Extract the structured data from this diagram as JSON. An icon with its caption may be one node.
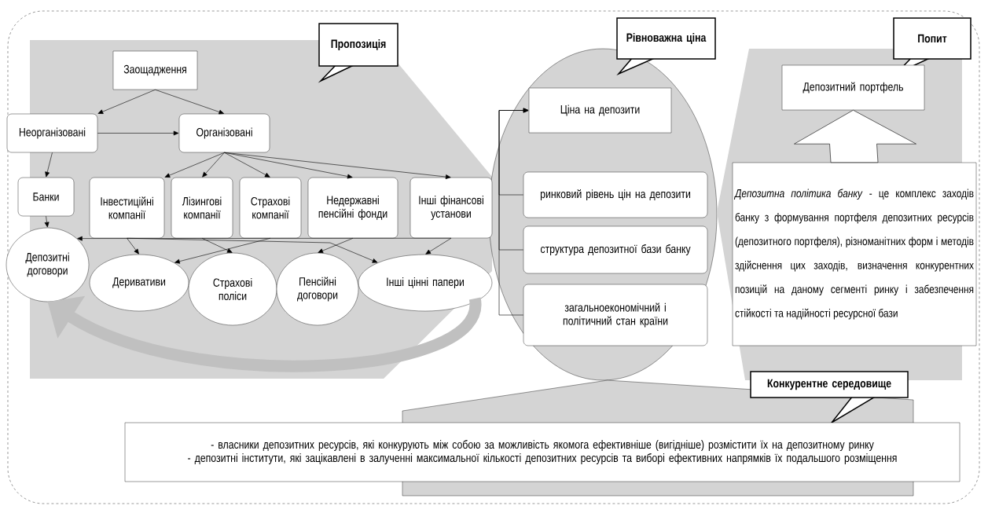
{
  "diagram": {
    "nodes": [
      {
        "text": [
          "Заощадження"
        ]
      },
      {
        "text": [
          "Неорганізовані"
        ]
      },
      {
        "text": [
          "Організовані"
        ]
      },
      {
        "text": [
          "Банки"
        ]
      },
      {
        "text": [
          "Інвестиційні компанії"
        ]
      },
      {
        "text": [
          "Лізингові компанії"
        ]
      },
      {
        "text": [
          "Страхові компанії"
        ]
      },
      {
        "text": [
          "Недержавні пенсійні фонди"
        ]
      },
      {
        "text": [
          "Інші фінансові установи"
        ]
      },
      {
        "text": [
          "Депозитні договори"
        ]
      },
      {
        "text": [
          "Деривативи"
        ]
      },
      {
        "text": [
          "Страхові поліси"
        ]
      },
      {
        "text": [
          "Пенсійні договори"
        ]
      },
      {
        "text": [
          "Інші цінні папери"
        ]
      },
      {
        "text": [
          "Пропозиція"
        ]
      },
      {
        "text": [
          "Рівноважна ціна"
        ]
      },
      {
        "text": [
          "Ціна на депозити"
        ]
      },
      {
        "text": [
          "ринковий рівень цін на депозити"
        ]
      },
      {
        "text": [
          "структура депозитної бази банку"
        ]
      },
      {
        "text": [
          "загальноекономічний і політичний стан країни"
        ]
      },
      {
        "text": [
          "Попит"
        ]
      },
      {
        "text": [
          "Депозитний портфель"
        ]
      },
      {
        "text": [
          "*Депозитна політика банку* - це комплекс заходів банку з формування портфеля депозитних ресурсів (депозитного портфеля), різноманітних форм і методів здійснення цих заходів, визначення конкурентних позицій на даному сегменті ринку і забезпечення стійкості та надійності ресурсної бази"
        ]
      },
      {
        "text": [
          "Конкурентне середовище"
        ]
      },
      {
        "text": [
          "- власники депозитних ресурсів, які конкурують між собою за можливість якомога ефективніше (вигідніше) розмістити їх на депозитному ринку",
          "- депозитні інститути, які зацікавлені в залученні максимальної кількості депозитних ресурсів та виборі ефективних напрямків їх подальшого розміщення"
        ]
      }
    ],
    "edges": [
      {
        "from": 0,
        "to": 1,
        "arrow": "to"
      },
      {
        "from": 0,
        "to": 2,
        "arrow": "to"
      },
      {
        "from": 1,
        "to": 2,
        "arrow": "to"
      },
      {
        "from": 1,
        "to": 3,
        "arrow": "to"
      },
      {
        "from": 2,
        "to": 4,
        "arrow": "to"
      },
      {
        "from": 2,
        "to": 5,
        "arrow": "to"
      },
      {
        "from": 2,
        "to": 6,
        "arrow": "to"
      },
      {
        "from": 2,
        "to": 7,
        "arrow": "to"
      },
      {
        "from": 2,
        "to": 8,
        "arrow": "to"
      },
      {
        "from": 3,
        "to": 9,
        "arrow": "to"
      },
      {
        "from": 4,
        "to": 10,
        "arrow": "to"
      },
      {
        "from": 6,
        "to": 10,
        "arrow": "to"
      },
      {
        "from": 5,
        "to": 11,
        "arrow": "to"
      },
      {
        "from": 7,
        "to": 12,
        "arrow": "to"
      },
      {
        "from": 8,
        "to": 13,
        "arrow": "to"
      },
      {
        "from": 4,
        "to": 13,
        "arrow": "to"
      },
      {
        "from": 8,
        "to": 9,
        "arrow": "to"
      },
      {
        "from": 13,
        "to": 9,
        "arrow": "to",
        "style": "thick",
        "color": "#c0c0c0"
      },
      {
        "from": 17,
        "to": 16,
        "arrow": "to"
      },
      {
        "from": 18,
        "to": 16,
        "arrow": "to"
      },
      {
        "from": 19,
        "to": 16,
        "arrow": "to"
      },
      {
        "from": 22,
        "to": 21,
        "arrow": "to",
        "style": "thick"
      }
    ]
  }
}
